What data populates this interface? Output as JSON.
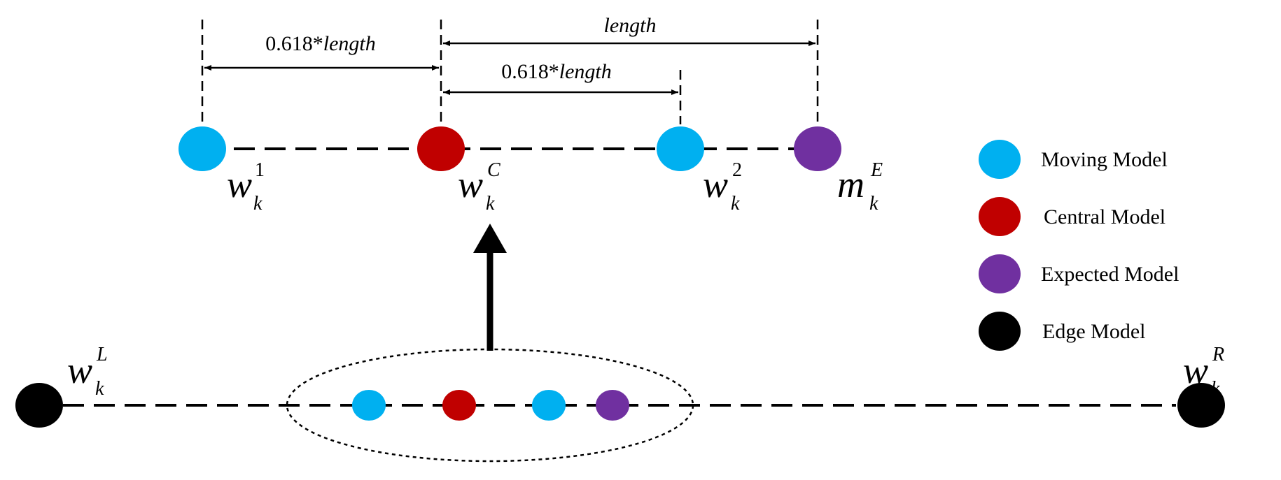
{
  "colors": {
    "moving": "#00b0f0",
    "central": "#c00000",
    "expected": "#7030a0",
    "edge": "#000000",
    "line": "#000000"
  },
  "top_row": {
    "dimensions": {
      "left_gap": {
        "number": "0.618*",
        "word": "length"
      },
      "right_gap": {
        "number": "0.618*",
        "word": "length"
      },
      "span": {
        "word": "length"
      }
    },
    "labels": {
      "w1": {
        "base": "w",
        "sub": "k",
        "sup": "1"
      },
      "wc": {
        "base": "w",
        "sub": "k",
        "sup": "C"
      },
      "w2": {
        "base": "w",
        "sub": "k",
        "sup": "2"
      },
      "me": {
        "base": "m",
        "sub": "k",
        "sup": "E"
      }
    }
  },
  "bottom_row": {
    "labels": {
      "wl": {
        "base": "w",
        "sub": "k",
        "sup": "L"
      },
      "wr": {
        "base": "w",
        "sub": "k",
        "sup": "R"
      }
    }
  },
  "legend": {
    "items": [
      {
        "label": "Moving Model",
        "color": "#00b0f0"
      },
      {
        "label": "Central Model",
        "color": "#c00000"
      },
      {
        "label": "Expected Model",
        "color": "#7030a0"
      },
      {
        "label": "Edge Model",
        "color": "#000000"
      }
    ]
  }
}
